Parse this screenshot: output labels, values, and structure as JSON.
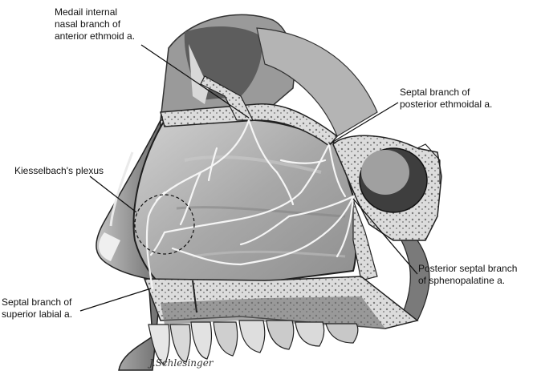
{
  "labels": {
    "medial_internal_nasal": "Medail internal\nnasal branch of\nanterior ethmoid a.",
    "septal_posterior_ethmoidal": "Septal branch of\nposterior ethmoidal a.",
    "kiesselbach": "Kiesselbach's plexus",
    "posterior_septal_sphenopalatine": "Posterior septal branch\nof sphenopalatine a.",
    "septal_superior_labial": "Septal branch of\nsuperior labial a."
  },
  "signature": "J.Schlesinger",
  "colors": {
    "tissue": "#b9b9b9",
    "tissue_dark": "#5a5a5a",
    "bone": "#d9d9d9",
    "vessel": "#f4f4f4",
    "leader": "#111111"
  }
}
